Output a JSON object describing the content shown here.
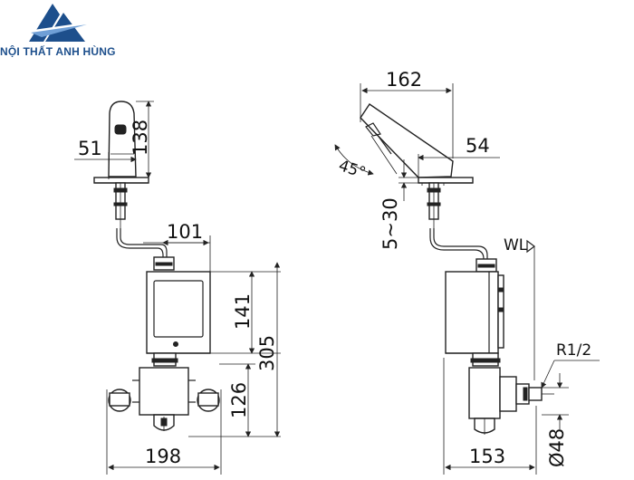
{
  "brand": {
    "name": "NỘI THẤT ANH HÙNG",
    "logo_color": "#1d4f8c"
  },
  "front_view": {
    "dims": {
      "spout_width": "51",
      "spout_height": "138",
      "pipe_offset": "101",
      "box_height": "141",
      "total_height": "305",
      "valve_height": "126",
      "total_width": "198"
    }
  },
  "side_view": {
    "dims": {
      "spout_length": "162",
      "spout_reach": "54",
      "angle": "45°",
      "deck_thickness": "5~30",
      "water_level": "WL",
      "thread": "R1/2",
      "depth": "153",
      "pipe_diameter": "Ø48"
    }
  },
  "colors": {
    "line": "#222222",
    "background": "#ffffff"
  }
}
